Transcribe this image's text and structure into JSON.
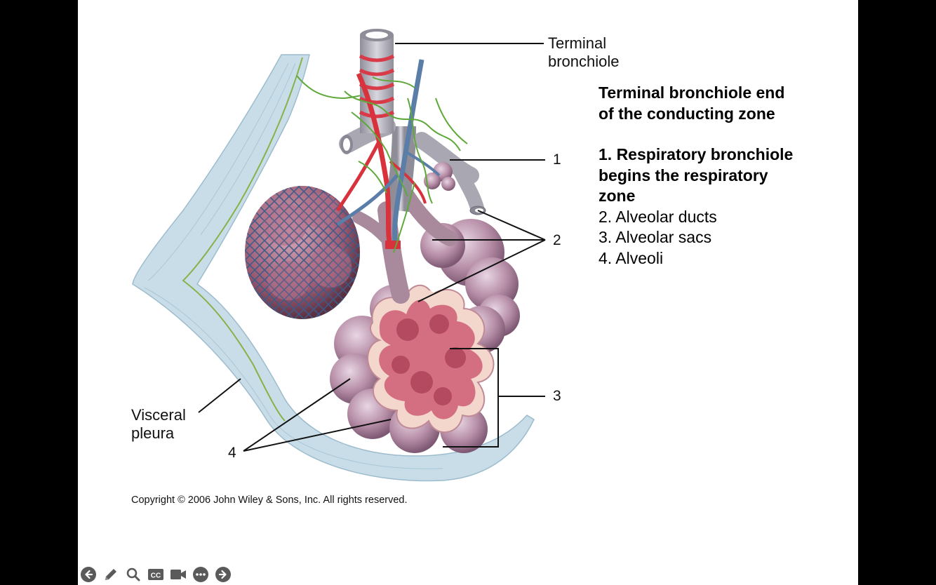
{
  "labels": {
    "terminal_bronchiole_line1": "Terminal",
    "terminal_bronchiole_line2": "bronchiole",
    "visceral_pleura_line1": "Visceral",
    "visceral_pleura_line2": "pleura",
    "num1": "1",
    "num2": "2",
    "num3": "3",
    "num4": "4"
  },
  "notes": {
    "heading_line1": "Terminal bronchiole end",
    "heading_line2": "of the conducting zone",
    "item1_line1": "1. Respiratory bronchiole",
    "item1_line2": "begins the respiratory",
    "item1_line3": "zone",
    "item2": "2. Alveolar ducts",
    "item3": "3. Alveolar sacs",
    "item4": "4. Alveoli"
  },
  "copyright": "Copyright © 2006 John Wiley & Sons, Inc.  All rights reserved.",
  "toolbar": {
    "icons": [
      "previous-arrow-icon",
      "pen-icon",
      "zoom-icon",
      "closed-captions-icon",
      "video-camera-icon",
      "more-options-icon",
      "next-arrow-icon"
    ],
    "cc_text": "CC"
  },
  "colors": {
    "pleura": "#c8dde8",
    "alveoli": "#b98aa0",
    "alveoli_inner": "#d7788a",
    "artery": "#d8323c",
    "vein": "#5a7ea8",
    "lymph": "#5fa83a",
    "bronchiole": "#a9a7b2"
  }
}
